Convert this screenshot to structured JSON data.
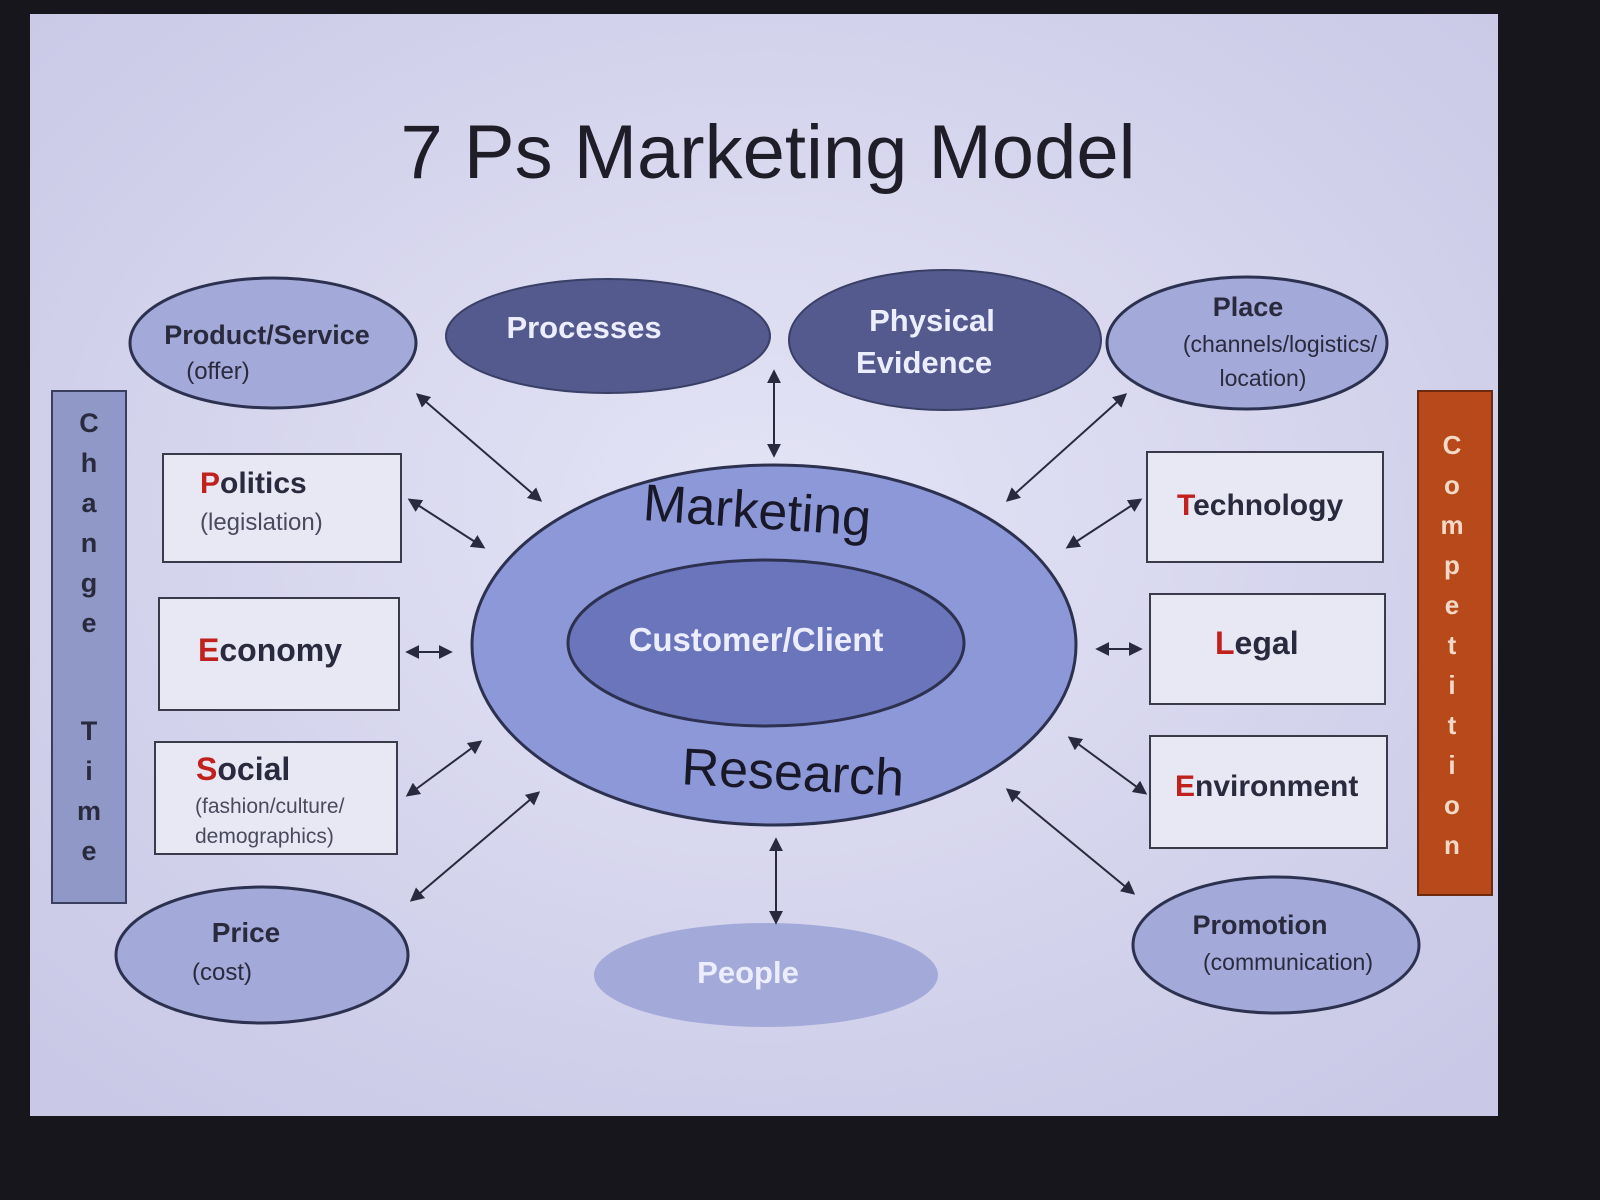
{
  "title": "7 Ps Marketing Model",
  "center": {
    "outer_top": "Marketing",
    "outer_bottom": "Research",
    "inner": "Customer/Client"
  },
  "ovals": {
    "product": {
      "label": "Product/Service",
      "sub": "(offer)"
    },
    "processes": {
      "label": "Processes"
    },
    "physical": {
      "line1": "Physical",
      "line2": "Evidence"
    },
    "place": {
      "label": "Place",
      "sub1": "(channels/logistics/",
      "sub2": "location)"
    },
    "price": {
      "label": "Price",
      "sub": "(cost)"
    },
    "people": {
      "label": "People"
    },
    "promotion": {
      "label": "Promotion",
      "sub": "(communication)"
    }
  },
  "factors_left": {
    "politics": {
      "initial": "P",
      "rest": "olitics",
      "sub": "(legislation)"
    },
    "economy": {
      "initial": "E",
      "rest": "conomy"
    },
    "social": {
      "initial": "S",
      "rest": "ocial",
      "sub1": "(fashion/culture/",
      "sub2": "demographics)"
    }
  },
  "factors_right": {
    "technology": {
      "initial": "T",
      "rest": "echnology"
    },
    "legal": {
      "initial": "L",
      "rest": "egal"
    },
    "environment": {
      "initial": "E",
      "rest": "nvironment"
    }
  },
  "side_bands": {
    "change": [
      "C",
      "h",
      "a",
      "n",
      "g",
      "e"
    ],
    "time": [
      "T",
      "i",
      "m",
      "e"
    ],
    "competition": [
      "C",
      "o",
      "m",
      "p",
      "e",
      "t",
      "i",
      "t",
      "i",
      "o",
      "n"
    ]
  },
  "colors": {
    "slide_bg": "#d2d1ec",
    "dark_oval": "#545a8e",
    "light_oval": "#a3a9d8",
    "center_outer": "#8d98d8",
    "center_inner": "#6a75bc",
    "left_band": "#8f98c6",
    "right_band": "#b8491a",
    "initial_red": "#c0211d",
    "text_dark": "#2a2a3e"
  }
}
